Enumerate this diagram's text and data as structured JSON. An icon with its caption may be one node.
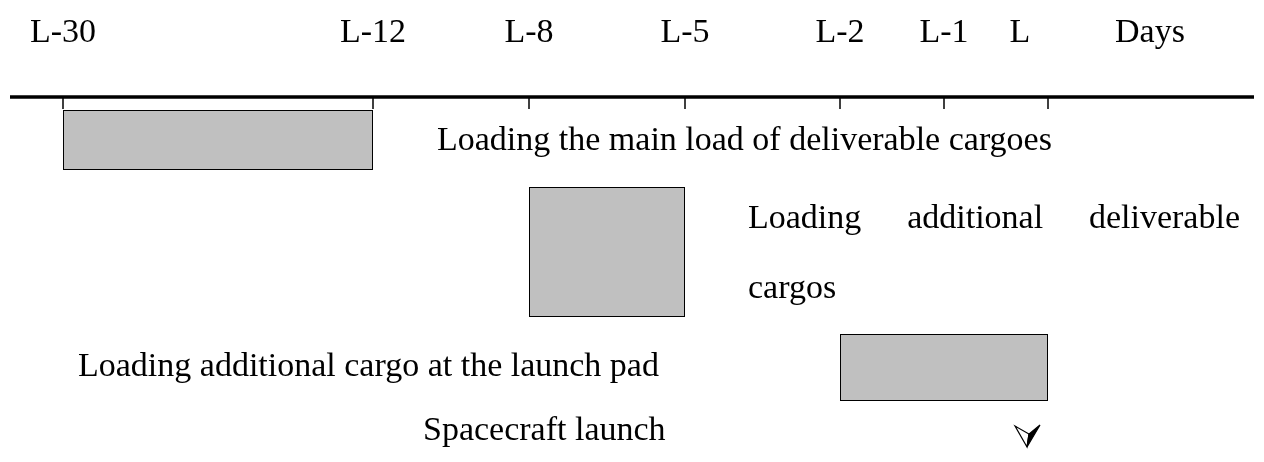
{
  "diagram": {
    "nodes": [
      {
        "text": [],
        "shape": "bar"
      },
      {
        "text": [],
        "shape": "bar"
      },
      {
        "text": [],
        "shape": "bar"
      }
    ],
    "edges": [],
    "labels": [
      "L-30",
      "L-12",
      "L-8",
      "L-5",
      "L-2",
      "L-1",
      "L",
      "Days",
      "Loading the main load of deliverable cargoes",
      "Loading additional deliverable cargos",
      "Loading additional cargo at the launch pad",
      "Spacecraft launch"
    ]
  }
}
